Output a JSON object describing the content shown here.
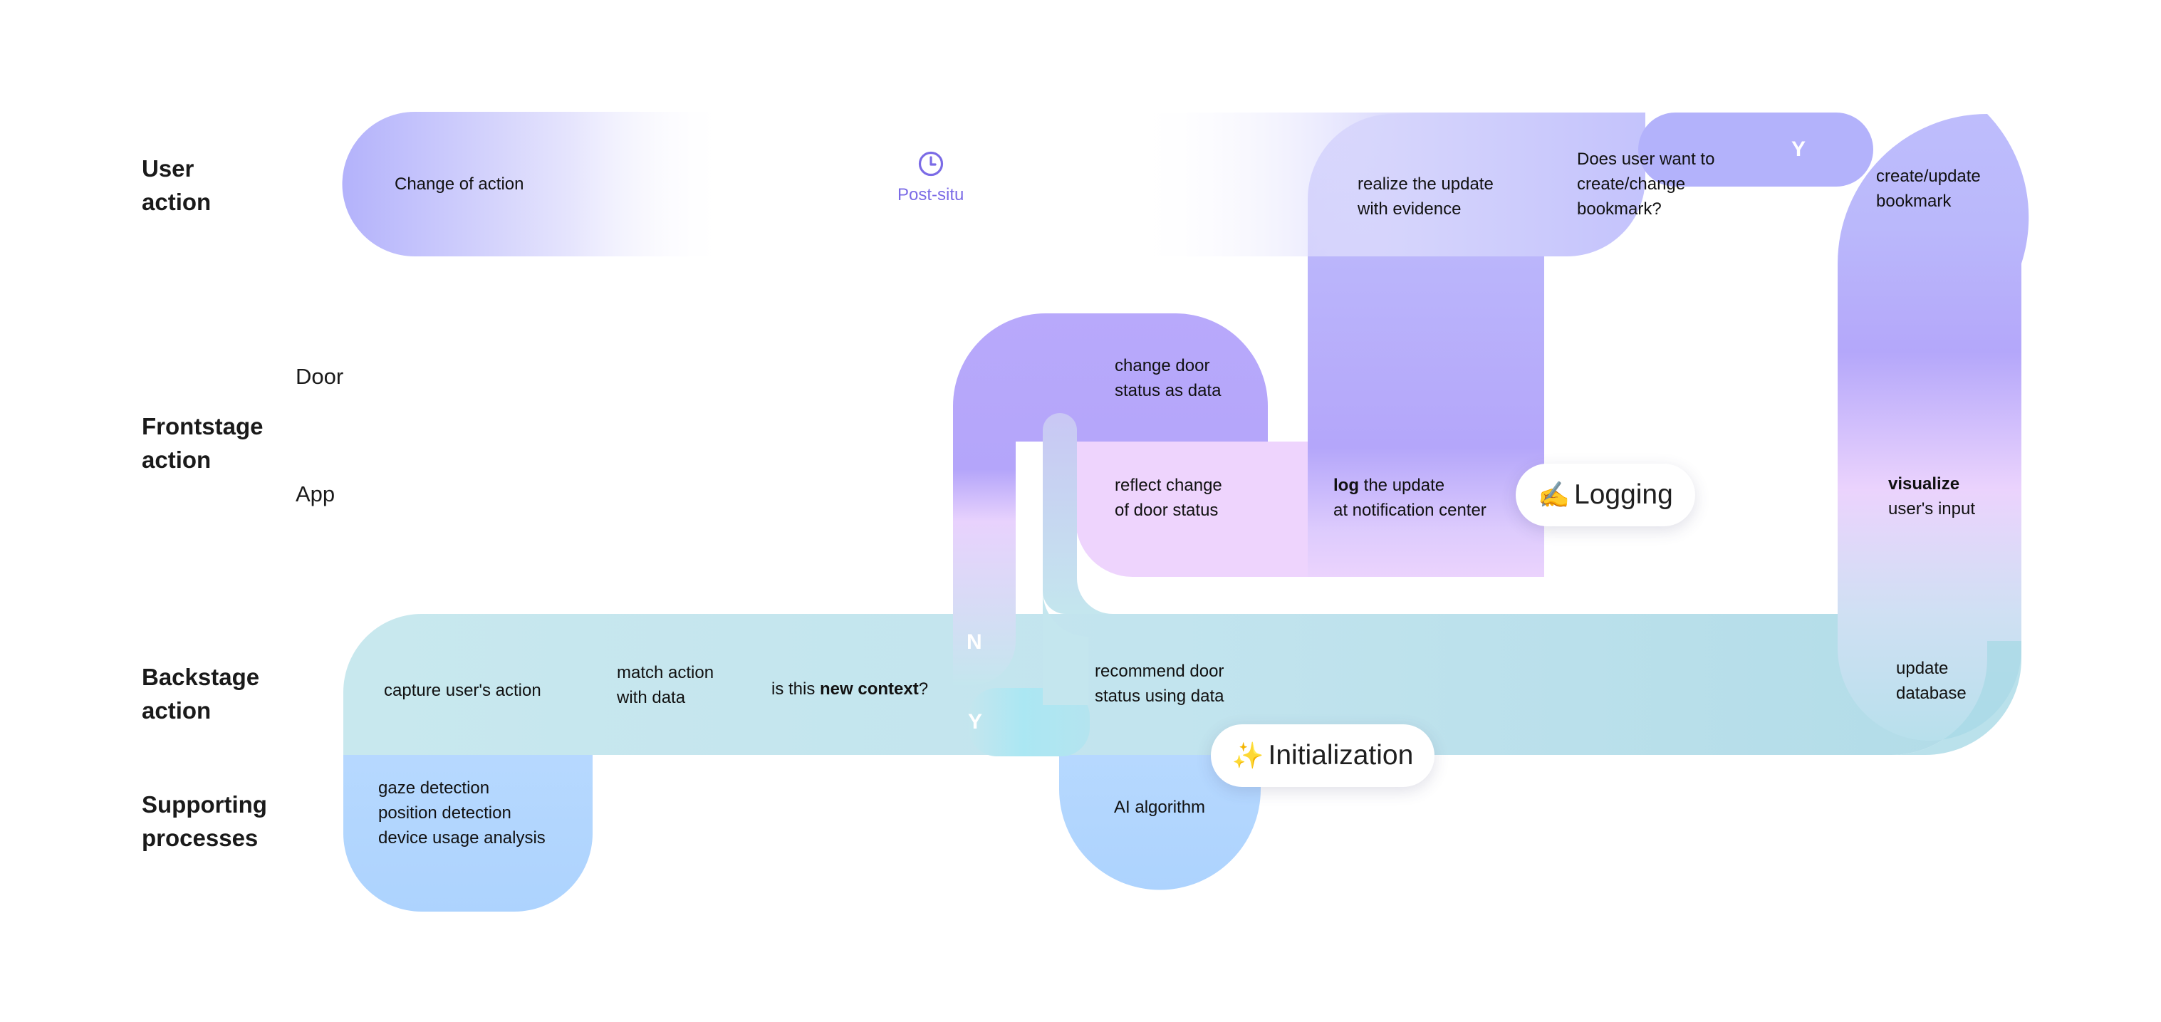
{
  "lanes": {
    "user": [
      "User",
      "action"
    ],
    "frontstage": [
      "Frontstage",
      "action"
    ],
    "backstage": [
      "Backstage",
      "action"
    ],
    "supporting": [
      "Supporting",
      "processes"
    ]
  },
  "frontstage_sublanes": {
    "door": "Door",
    "app": "App"
  },
  "user_steps": {
    "change_of_action": "Change of action",
    "post_situ": "Post-situ",
    "realize_update": [
      "realize the update",
      "with evidence"
    ],
    "want_bookmark": [
      "Does user want to",
      "create/change",
      "bookmark?"
    ],
    "create_bookmark": [
      "create/update",
      "bookmark"
    ]
  },
  "frontstage_steps": {
    "change_door_status": [
      "change door",
      "status as data"
    ],
    "reflect_change": [
      "reflect change",
      "of door status"
    ],
    "log_update": {
      "bold": "log",
      "rest": " the update",
      "line2": "at notification center"
    },
    "visualize": {
      "bold": "visualize",
      "line2": "user's input"
    }
  },
  "backstage_steps": {
    "capture": "capture user's action",
    "match": [
      "match action",
      "with data"
    ],
    "new_context": {
      "pre": "is this ",
      "bold": "new context",
      "post": "?"
    },
    "recommend": [
      "recommend door",
      "status using data"
    ],
    "update_db": [
      "update",
      "database"
    ]
  },
  "supporting_steps": {
    "detection": [
      "gaze detection",
      "position detection",
      "device usage analysis"
    ],
    "ai": "AI algorithm"
  },
  "branches": {
    "no": "N",
    "yes_backstage": "Y",
    "yes_user": "Y"
  },
  "callouts": {
    "logging": {
      "emoji": "✍️",
      "label": "Logging"
    },
    "initialization": {
      "emoji": "✨",
      "label": "Initialization"
    }
  },
  "icons": {
    "post_situ": "clock-icon"
  },
  "colors": {
    "user_lane": "#b5b4fb",
    "frontstage_purple": "#b3a6fa",
    "frontstage_pink": "#edd3fd",
    "backstage": "#c4e6ee",
    "backstage_yes": "#ace6f2",
    "supporting": "#b5d7ff",
    "post_situ_accent": "#7b6be6",
    "branch_label": "#ffffff"
  }
}
